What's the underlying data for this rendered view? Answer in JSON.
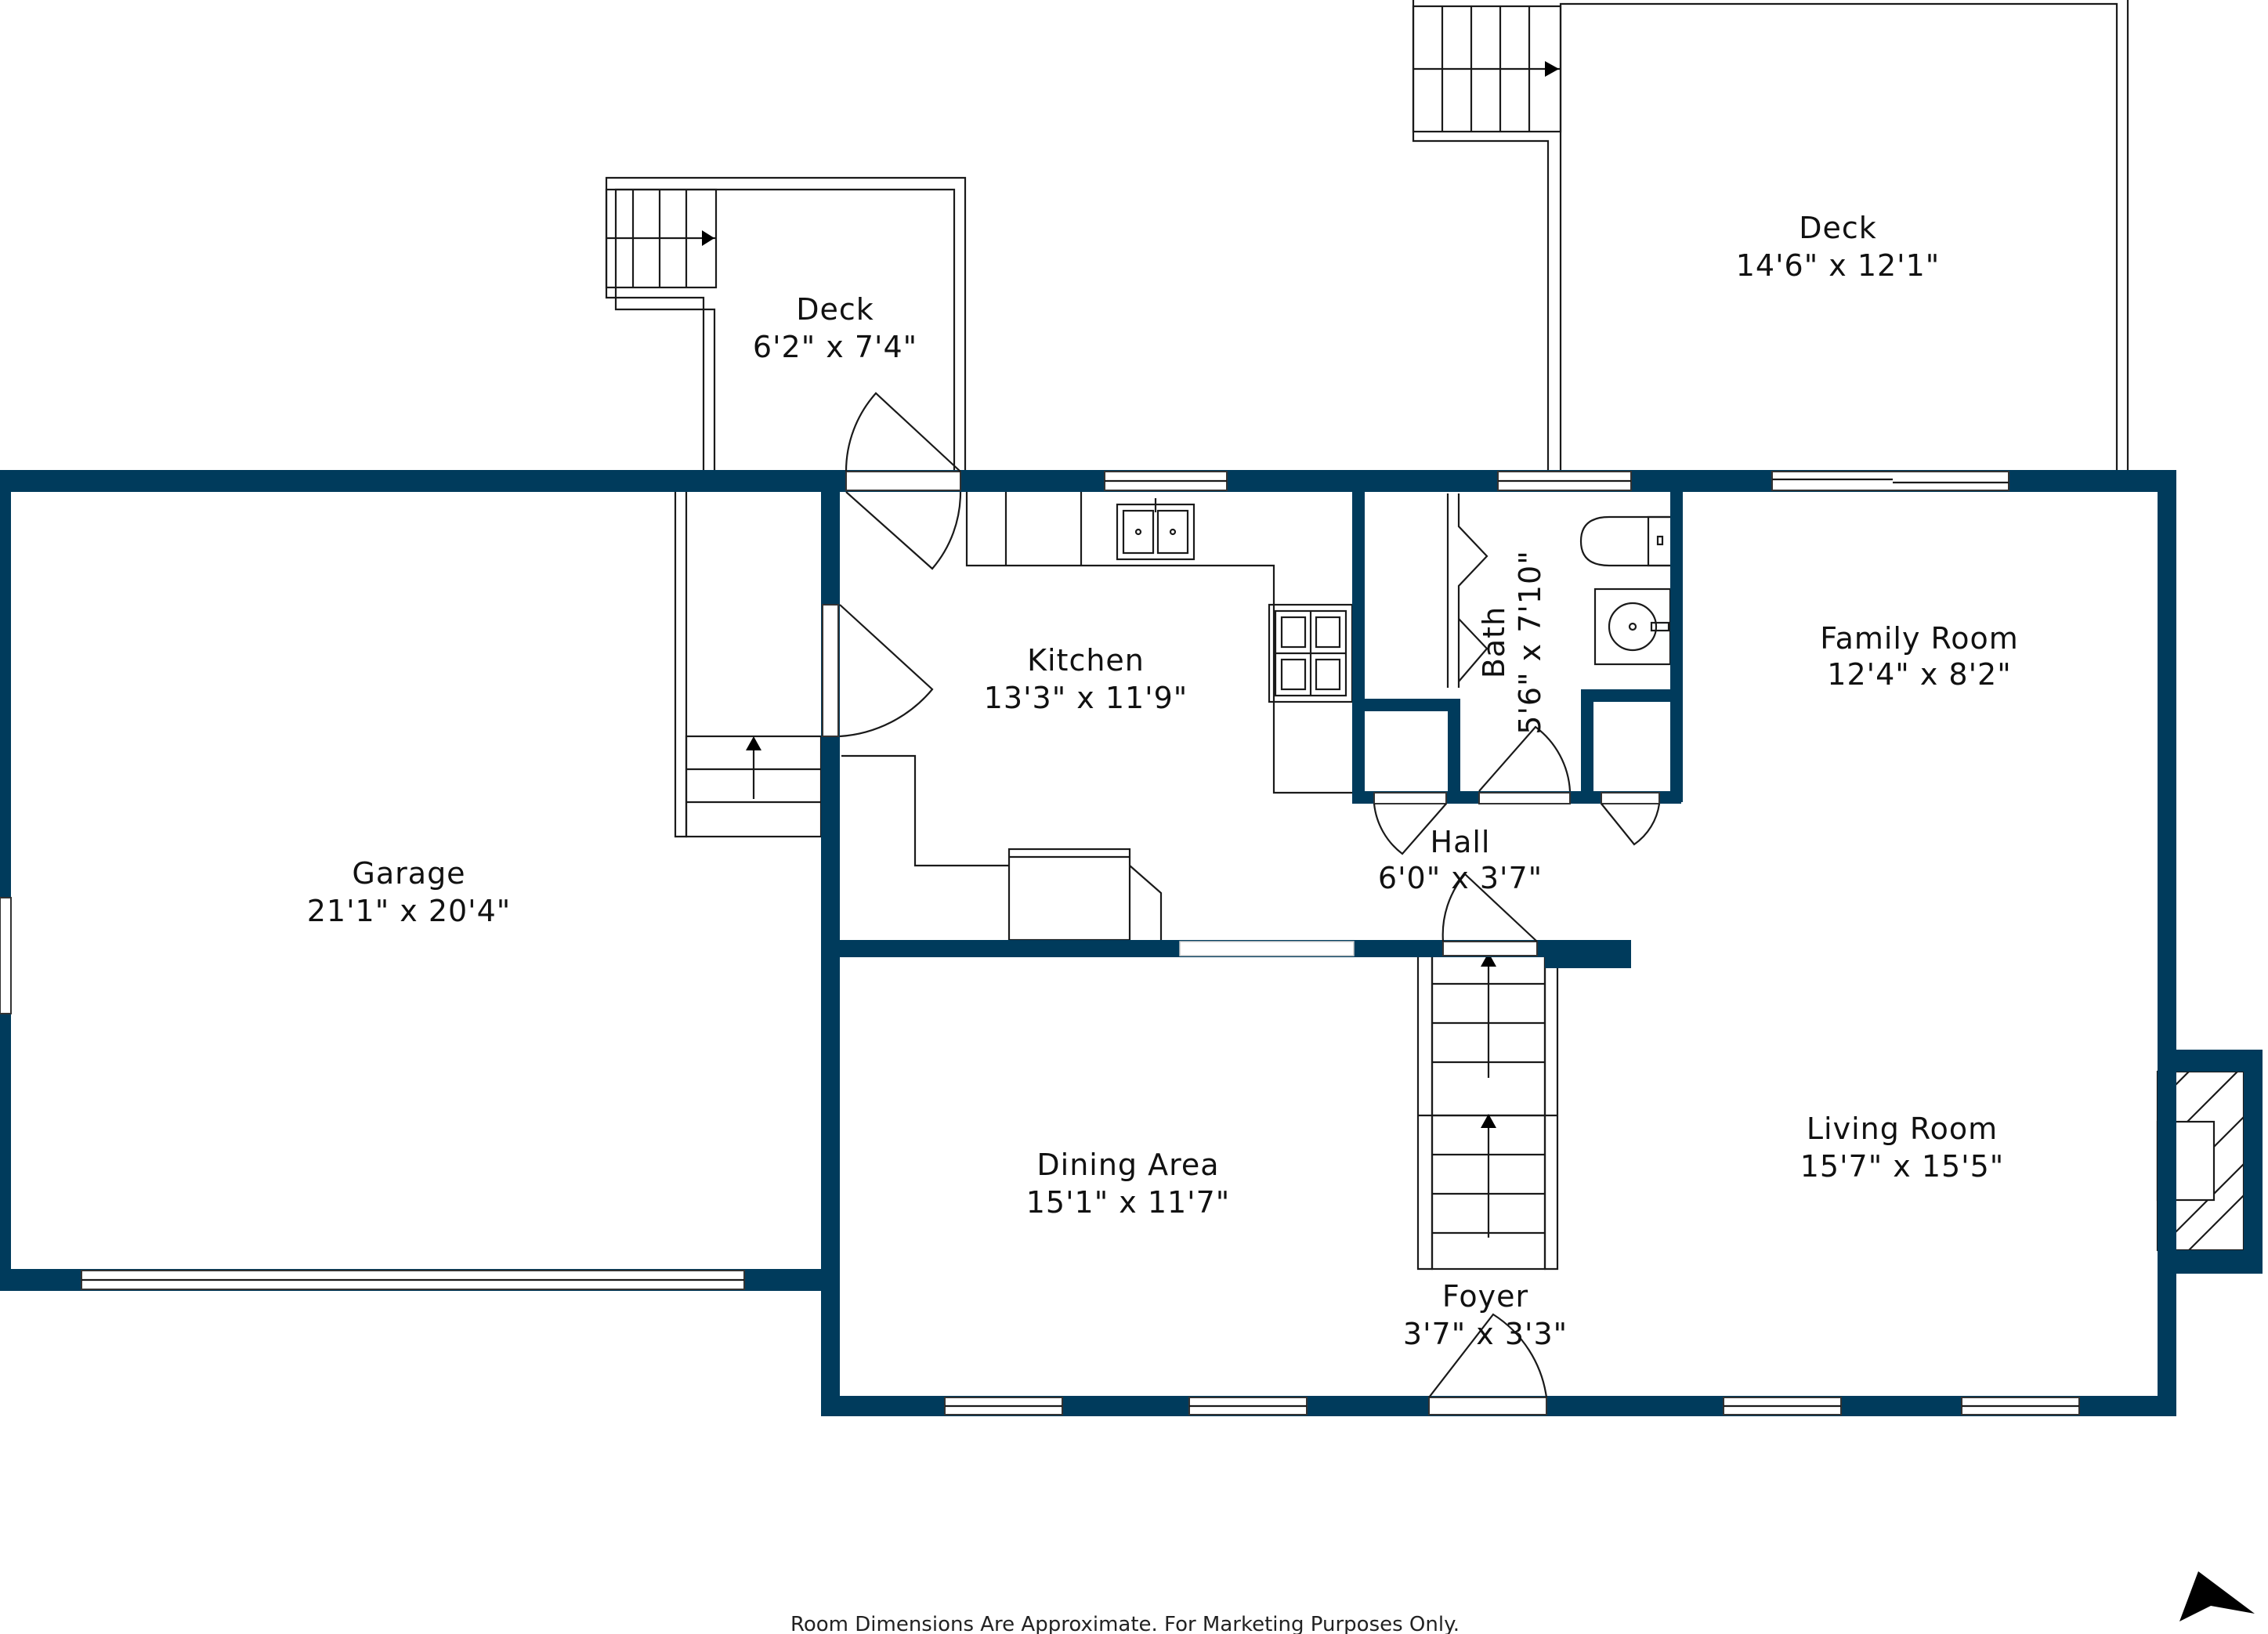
{
  "rooms": [
    {
      "id": "deck-small",
      "name": "Deck",
      "dims": "6'2\" x 7'4\""
    },
    {
      "id": "deck-large",
      "name": "Deck",
      "dims": "14'6\" x 12'1\""
    },
    {
      "id": "kitchen",
      "name": "Kitchen",
      "dims": "13'3\" x 11'9\""
    },
    {
      "id": "bath",
      "name": "Bath",
      "dims": "5'6\" x 7'10\""
    },
    {
      "id": "family-room",
      "name": "Family Room",
      "dims": "12'4\" x 8'2\""
    },
    {
      "id": "garage",
      "name": "Garage",
      "dims": "21'1\" x 20'4\""
    },
    {
      "id": "hall",
      "name": "Hall",
      "dims": "6'0\" x 3'7\""
    },
    {
      "id": "dining-area",
      "name": "Dining Area",
      "dims": "15'1\" x 11'7\""
    },
    {
      "id": "living-room",
      "name": "Living Room",
      "dims": "15'7\" x 15'5\""
    },
    {
      "id": "foyer",
      "name": "Foyer",
      "dims": "3'7\" x 3'3\""
    }
  ],
  "footer": "Room Dimensions Are Approximate. For Marketing Purposes Only.",
  "colors": {
    "wall": "#003B5C",
    "line": "#1a1a1a",
    "background": "#ffffff"
  },
  "icons": {
    "compass": "north-arrow-icon"
  }
}
